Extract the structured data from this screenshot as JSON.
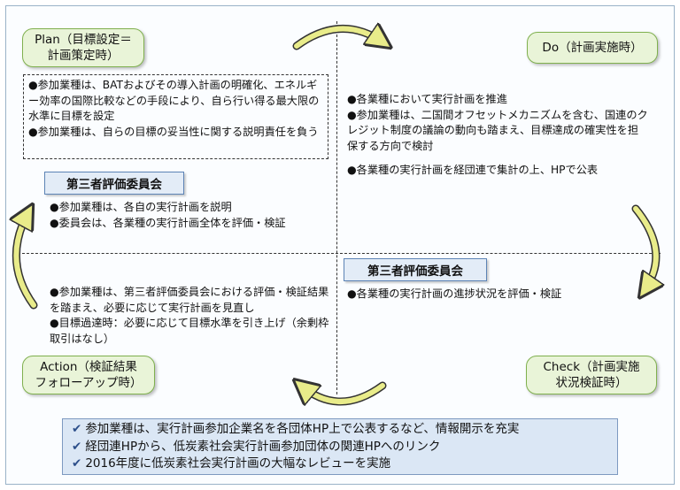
{
  "stages": {
    "plan": "Plan（目標設定＝\n計画策定時）",
    "do": "Do（計画実施時）",
    "check": "Check（計画実施\n状況検証時）",
    "action": "Action（検証結果\nフォローアップ時）"
  },
  "plan_items": [
    "●参加業種は、BATおよびその導入計画の明確化、エネルギー効率の国際比較などの手段により、自ら行い得る最大限の水準に目標を設定",
    "●参加業種は、自らの目標の妥当性に関する説明責任を負う"
  ],
  "do_items": [
    "●各業種において実行計画を推進",
    "●参加業種は、二国間オフセットメカニズムを含む、国連のクレジット制度の議論の動向も踏まえ、目標達成の確実性を担保する方向で検討",
    "●各業種の実行計画を経団連で集計の上、HPで公表"
  ],
  "committee_left": {
    "title": "第三者評価委員会",
    "items": [
      "●参加業種は、各自の実行計画を説明",
      "●委員会は、各業種の実行計画全体を評価・検証"
    ]
  },
  "committee_right": {
    "title": "第三者評価委員会",
    "items": [
      "●各業種の実行計画の進捗状況を評価・検証"
    ]
  },
  "action_items": [
    "●参加業種は、第三者評価委員会における評価・検証結果を踏まえ、必要に応じて実行計画を見直し",
    "●目標過達時：必要に応じて目標水準を引き上げ（余剰枠取引はなし）"
  ],
  "summary": [
    "参加業種は、実行計画参加企業名を各団体HP上で公表するなど、情報開示を充実",
    "経団連HPから、低炭素社会実行計画参加団体の関連HPへのリンク",
    "2016年度に低炭素社会実行計画の大幅なレビューを実施"
  ],
  "colors": {
    "stage_fill": "#e9f4d8",
    "stage_border": "#7fb04e",
    "arrow_fill": "#e9ec8a",
    "committee_fill": "#e3ecf7",
    "summary_fill": "#dbe7f5"
  },
  "icons": {
    "summary_bullet": "check-icon"
  }
}
